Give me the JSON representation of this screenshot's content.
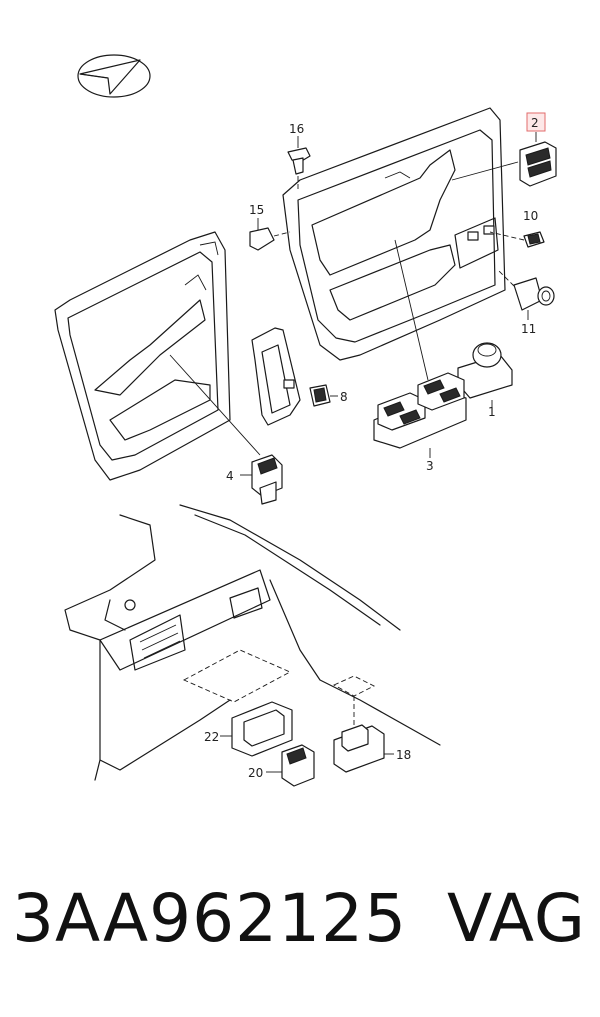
{
  "diagram": {
    "callouts": [
      {
        "id": "1",
        "label": "1"
      },
      {
        "id": "2",
        "label": "2"
      },
      {
        "id": "3",
        "label": "3"
      },
      {
        "id": "4",
        "label": "4"
      },
      {
        "id": "8",
        "label": "8"
      },
      {
        "id": "10",
        "label": "10"
      },
      {
        "id": "11",
        "label": "11"
      },
      {
        "id": "15",
        "label": "15"
      },
      {
        "id": "16",
        "label": "16"
      },
      {
        "id": "18",
        "label": "18"
      },
      {
        "id": "20",
        "label": "20"
      },
      {
        "id": "22",
        "label": "22"
      }
    ],
    "highlighted_callout": "2",
    "highlight_color": "#e26b6b"
  },
  "footer": {
    "part_number": "3AA962125",
    "brand": "VAG"
  }
}
